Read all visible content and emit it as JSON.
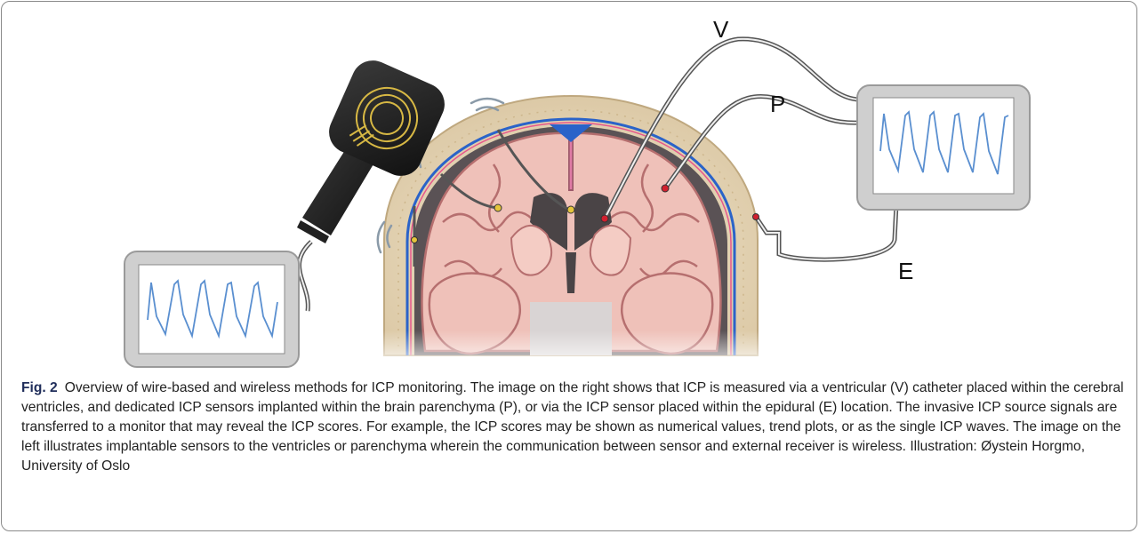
{
  "figure": {
    "label": "Fig. 2",
    "caption": "Overview of wire-based and wireless methods for ICP monitoring. The image on the right shows that ICP is measured via a ventricular (V) catheter placed within the cerebral ventricles, and dedicated ICP sensors implanted within the brain parenchyma (P), or via the ICP sensor placed within the epidural (E) location. The invasive ICP source signals are transferred to a monitor that may reveal the ICP scores. For example, the ICP scores may be shown as numerical values, trend plots, or as the single ICP waves. The image on the left illustrates implantable sensors to the ventricles or parenchyma wherein the communication between sensor and external receiver is wireless. Illustration: Øystein Horgmo, University of Oslo"
  },
  "labels": {
    "ventricular": "V",
    "parenchyma": "P",
    "epidural": "E"
  },
  "colors": {
    "skull": "#e8d8bc",
    "brain": "#efc1b9",
    "gyrus_outline": "#b66f6f",
    "ventricle": "#4a4446",
    "csf": "#2a63c9",
    "monitor_frame": "#c8c8c8",
    "waveform": "#5a8fd0",
    "wire": "#555555",
    "sensor_red": "#d1202f",
    "sensor_yellow": "#e4c43c",
    "caption_label": "#1f2d5a"
  }
}
